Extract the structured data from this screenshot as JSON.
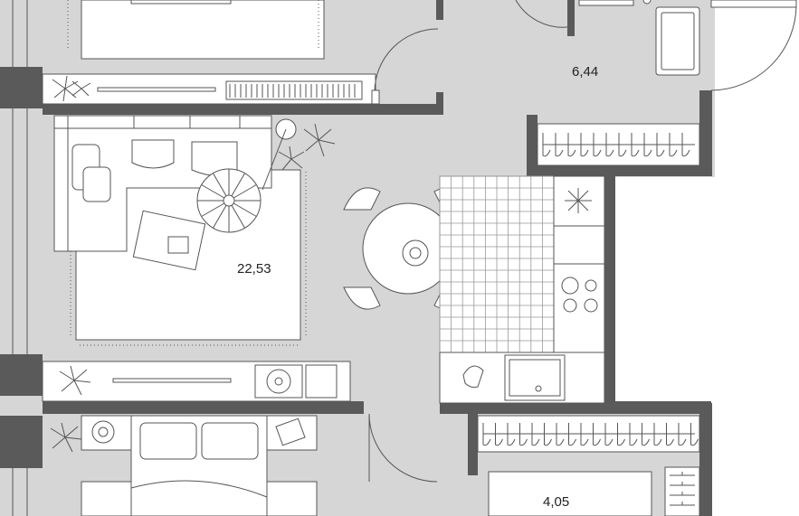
{
  "rooms": [
    {
      "id": "bathroom",
      "area_label": "6,44"
    },
    {
      "id": "living",
      "area_label": "22,53"
    },
    {
      "id": "storage",
      "area_label": "4,05"
    }
  ],
  "colors": {
    "floor": "#d6d6d6",
    "wall": "#5a5a5a",
    "furniture": "#ffffff",
    "line": "#555555"
  },
  "icons": [
    "plant-icon",
    "sofa-icon",
    "armchair-icon",
    "coffee-table-icon",
    "spiral-stair-icon",
    "floor-lamp-icon",
    "dining-table-icon",
    "chair-icon",
    "stove-icon",
    "sink-icon",
    "wardrobe-icon",
    "bed-icon",
    "record-player-icon",
    "door-icon",
    "bathtub-icon",
    "rug-icon"
  ]
}
